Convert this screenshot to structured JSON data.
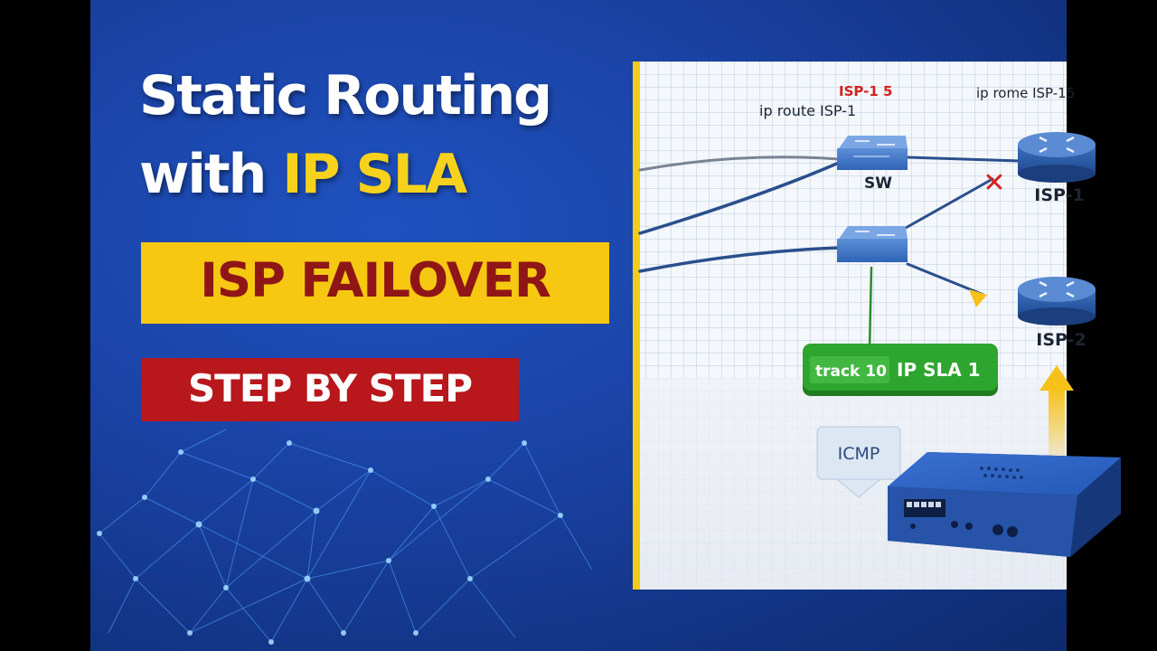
{
  "title": {
    "line1": "Static Routing",
    "line2_prefix": "with ",
    "line2_highlight": "IP SLA"
  },
  "banner_failover": "ISP FAILOVER",
  "banner_steps": "STEP BY STEP",
  "diagram": {
    "label_isp15_red": "ISP-1 5",
    "label_ip_route": "ip route  ISP-1",
    "label_ip_rome": "ip rome ISP-15",
    "switch_label": "SW",
    "isp1_label": "ISP-1",
    "isp2_label": "ISP-2",
    "track_prefix": "track 10",
    "track_suffix": "IP SLA 1",
    "icmp_label": "ICMP",
    "link_failed_marker": "✕"
  },
  "colors": {
    "background_blue": "#1a43a6",
    "title_yellow": "#f6d21c",
    "failover_bg": "#f6c811",
    "failover_text": "#8f1616",
    "steps_bg": "#b8171c",
    "track_green": "#2ea52e",
    "arrow_yellow": "#f6c21a",
    "fail_red": "#d42020"
  }
}
